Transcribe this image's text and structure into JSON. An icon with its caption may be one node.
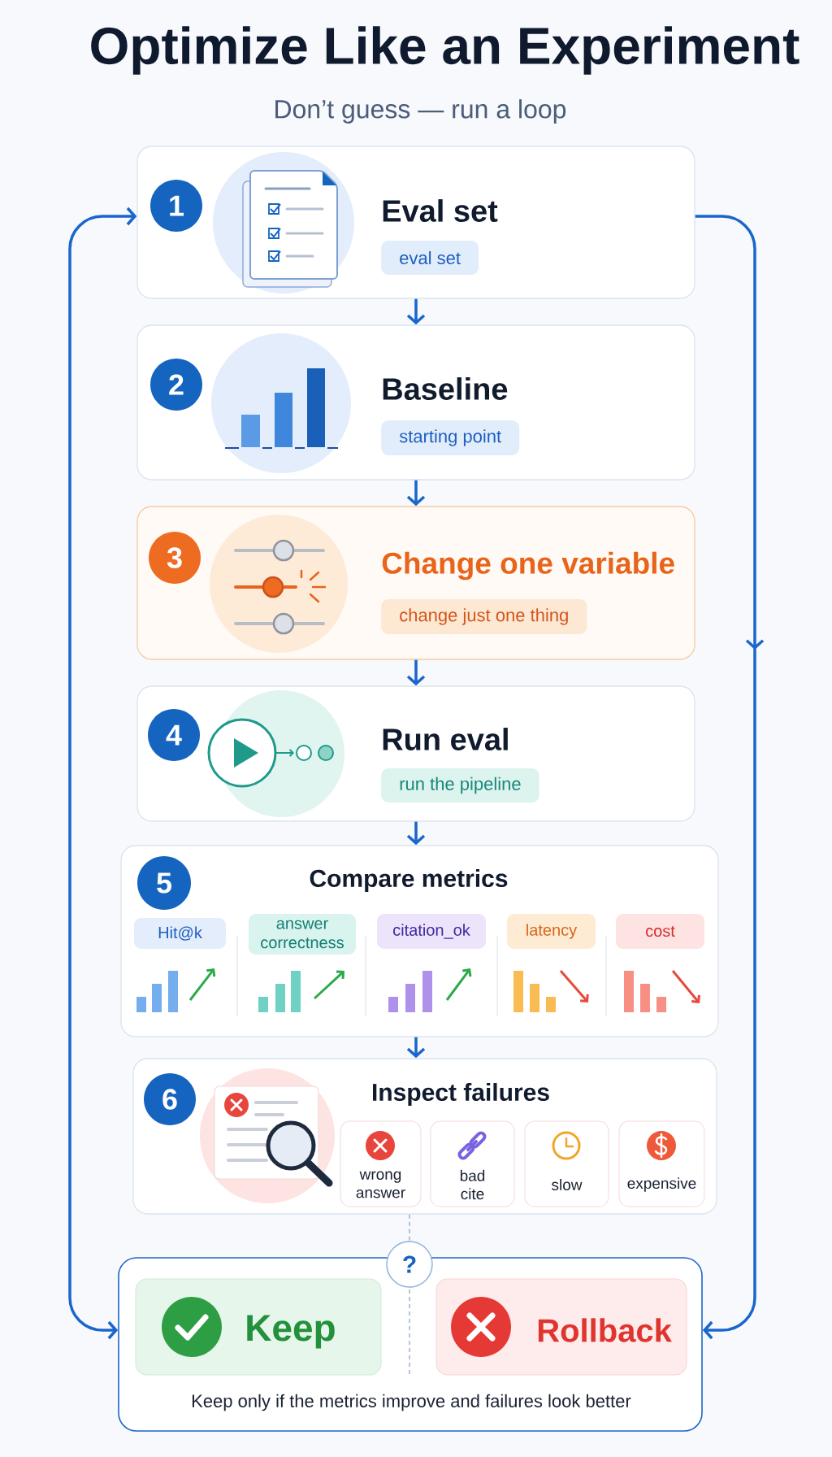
{
  "diagram": {
    "title": "Optimize Like an Experiment",
    "nodes": [
      {
        "text": [
          "Eval set"
        ]
      },
      {
        "text": [
          "1"
        ],
        "in": 0
      },
      {
        "text": [
          "eval set"
        ],
        "in": 0
      },
      {
        "text": [
          "Baseline"
        ]
      },
      {
        "text": [
          "2"
        ],
        "in": 3
      },
      {
        "text": [
          "starting point"
        ],
        "in": 3
      },
      {
        "text": [
          "Change one variable"
        ]
      },
      {
        "text": [
          "3"
        ],
        "in": 6
      },
      {
        "text": [
          "change just one thing"
        ],
        "in": 6
      },
      {
        "text": [
          "Run eval"
        ]
      },
      {
        "text": [
          "4"
        ],
        "in": 9
      },
      {
        "text": [
          "run the pipeline"
        ],
        "in": 9
      },
      {
        "text": [
          "Compare metrics"
        ]
      },
      {
        "text": [
          "5"
        ],
        "in": 12
      },
      {
        "text": [
          "Hit@k"
        ],
        "in": 12
      },
      {
        "text": [
          "answer correctness"
        ],
        "in": 12
      },
      {
        "text": [
          "citation_ok"
        ],
        "in": 12
      },
      {
        "text": [
          "latency"
        ],
        "in": 12
      },
      {
        "text": [
          "cost"
        ],
        "in": 12
      },
      {
        "text": [
          "Inspect failures"
        ]
      },
      {
        "text": [
          "6"
        ],
        "in": 19
      },
      {
        "text": [
          "wrong answer"
        ],
        "in": 19
      },
      {
        "text": [
          "bad cite"
        ],
        "in": 19
      },
      {
        "text": [
          "slow"
        ],
        "in": 19
      },
      {
        "text": [
          "expensive"
        ],
        "in": 19
      },
      {
        "text": [
          "Keep only if the metrics improve and failures look better"
        ]
      },
      {
        "text": [
          "?"
        ]
      },
      {
        "text": [
          "Keep"
        ],
        "in": 25
      },
      {
        "text": [
          "Rollback"
        ],
        "in": 25
      }
    ],
    "edges": [
      {
        "from": 0,
        "to": 3,
        "arrow": "to"
      },
      {
        "from": 3,
        "to": 6,
        "arrow": "to"
      },
      {
        "from": 6,
        "to": 9,
        "arrow": "to"
      },
      {
        "from": 9,
        "to": 12,
        "arrow": "to"
      },
      {
        "from": 12,
        "to": 19,
        "arrow": "to"
      },
      {
        "from": 19,
        "to": 26,
        "arrow": "none",
        "style": "dashed",
        "color": "#9db5d6"
      },
      {
        "from": 0,
        "to": 25,
        "arrow": "to"
      },
      {
        "from": 25,
        "to": 0,
        "arrow": "both"
      }
    ],
    "labels": [
      "Don’t guess — run a loop"
    ]
  }
}
